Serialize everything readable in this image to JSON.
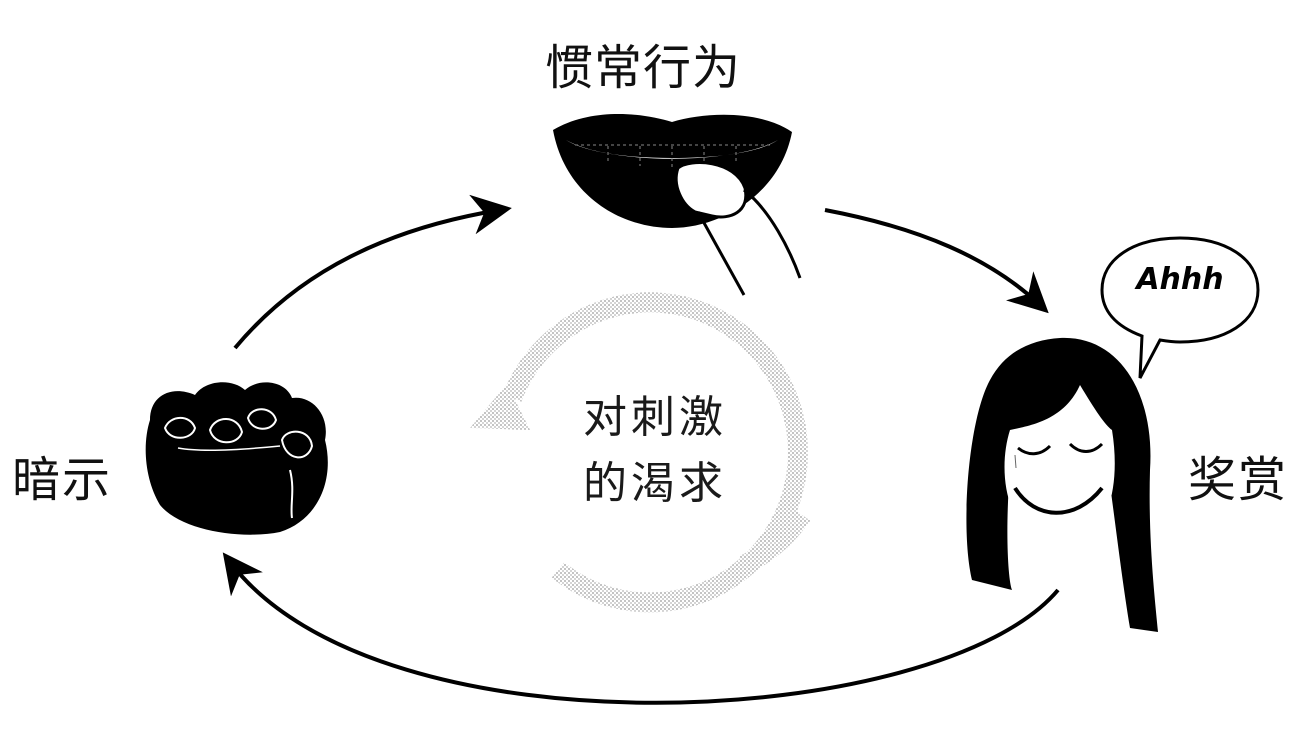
{
  "diagram": {
    "habit_label": "惯常行为",
    "cue_label": "暗示",
    "reward_label": "奖赏",
    "craving_line1": "对刺激",
    "craving_line2": "的渴求",
    "speech_bubble_text": "Ahhh"
  },
  "icons": {
    "habit": "mouth-nail-biting-icon",
    "cue": "clenched-fist-icon",
    "reward": "smiling-woman-icon",
    "bubble": "speech-bubble-icon",
    "cycle": "dotted-circular-arrow-icon"
  },
  "colors": {
    "ink": "#000000",
    "cycle_gray": "#bdbdbd",
    "background": "#ffffff"
  }
}
